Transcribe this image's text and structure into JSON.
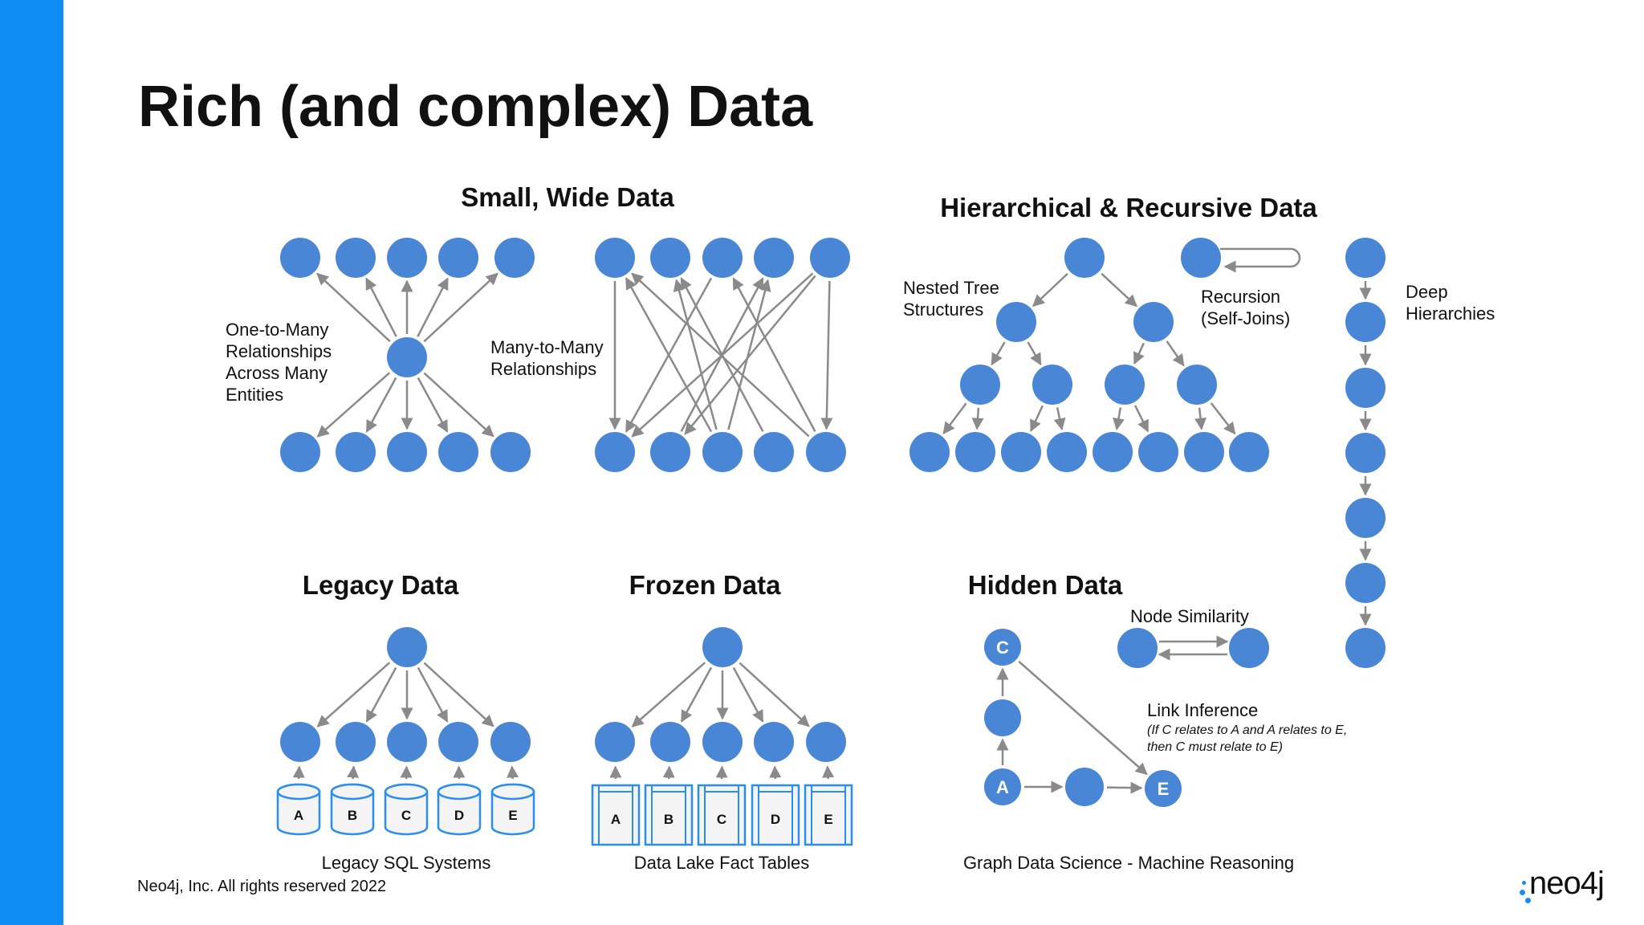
{
  "slide": {
    "title": "Rich (and complex) Data",
    "copyright": "Neo4j, Inc. All rights reserved 2022",
    "logo_text": "neo4j"
  },
  "sections": {
    "small_wide": {
      "title": "Small, Wide Data",
      "label_one_to_many": [
        "One-to-Many",
        "Relationships",
        "Across Many",
        "Entities"
      ],
      "label_many_to_many": [
        "Many-to-Many",
        "Relationships"
      ]
    },
    "hierarchical": {
      "title": "Hierarchical & Recursive Data",
      "label_nested": [
        "Nested Tree",
        "Structures"
      ],
      "label_recursion": [
        "Recursion",
        "(Self-Joins)"
      ],
      "label_deep": [
        "Deep",
        "Hierarchies"
      ]
    },
    "legacy": {
      "title": "Legacy Data",
      "caption": "Legacy SQL Systems",
      "databases": [
        "A",
        "B",
        "C",
        "D",
        "E"
      ]
    },
    "frozen": {
      "title": "Frozen Data",
      "caption": "Data Lake Fact Tables",
      "tables": [
        "A",
        "B",
        "C",
        "D",
        "E"
      ]
    },
    "hidden": {
      "title": "Hidden Data",
      "label_similarity": "Node Similarity",
      "label_link": "Link Inference",
      "link_note": [
        "(If C relates to A and A relates to E,",
        "then C must relate to E)"
      ],
      "node_letters": {
        "c": "C",
        "a": "A",
        "e": "E"
      },
      "caption": "Graph Data Science - Machine Reasoning"
    }
  },
  "colors": {
    "sidebar": "#0e8df4",
    "node": "#4a86d6",
    "arrow": "#8a8a8a",
    "outline": "#2a8ef0"
  }
}
